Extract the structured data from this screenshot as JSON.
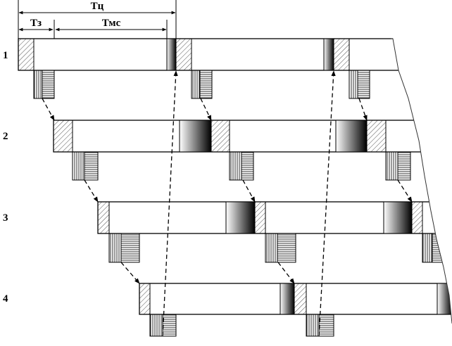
{
  "dimensions": {
    "cycle": "Тц",
    "wait": "Тз",
    "interstation": "Тмс"
  },
  "rows": [
    "1",
    "2",
    "3",
    "4"
  ]
}
